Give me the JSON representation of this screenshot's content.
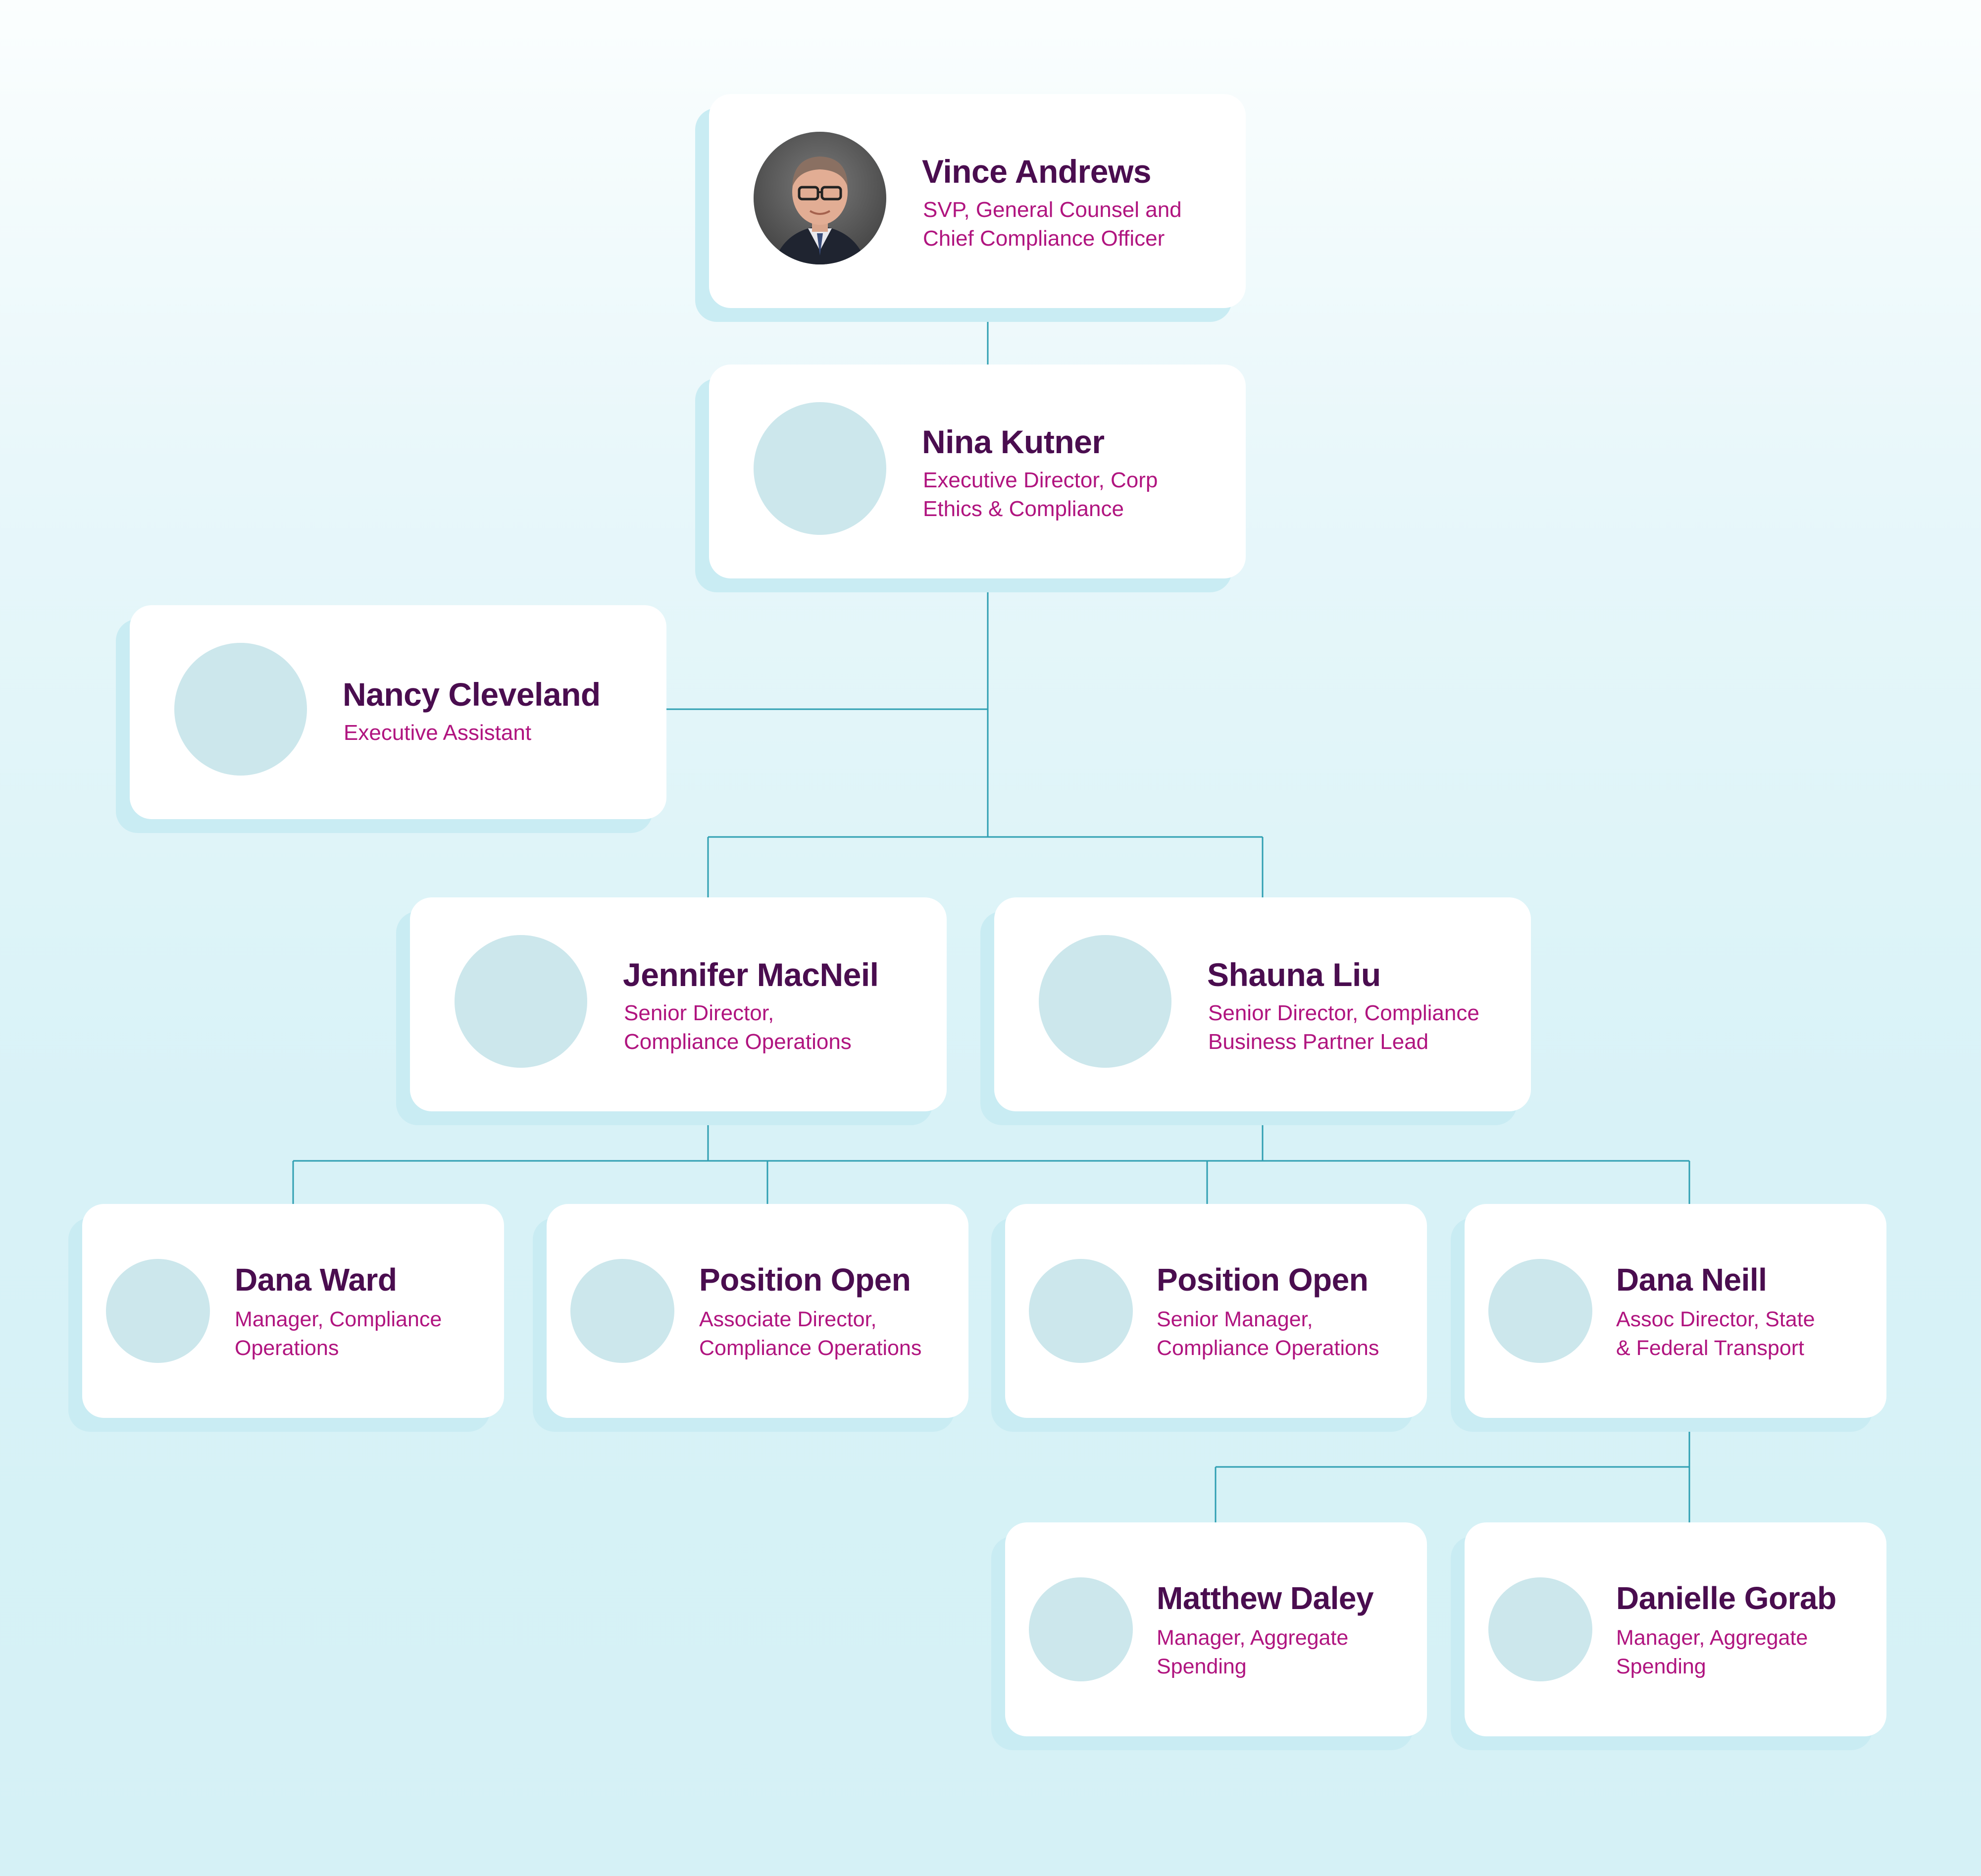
{
  "nodes": {
    "vince": {
      "name": "Vince Andrews",
      "title_line1": "SVP, General Counsel and",
      "title_line2": "Chief Compliance Officer"
    },
    "nina": {
      "name": "Nina Kutner",
      "title_line1": "Executive Director, Corp",
      "title_line2": "Ethics & Compliance"
    },
    "nancy": {
      "name": "Nancy Cleveland",
      "title_line1": "Executive Assistant"
    },
    "jennifer": {
      "name": "Jennifer MacNeil",
      "title_line1": "Senior Director,",
      "title_line2": "Compliance Operations"
    },
    "shauna": {
      "name": "Shauna Liu",
      "title_line1": "Senior Director, Compliance",
      "title_line2": "Business Partner Lead"
    },
    "dana_ward": {
      "name": "Dana Ward",
      "title_line1": "Manager, Compliance",
      "title_line2": "Operations"
    },
    "open_assoc": {
      "name": "Position Open",
      "title_line1": "Associate Director,",
      "title_line2": "Compliance Operations"
    },
    "open_senior": {
      "name": "Position Open",
      "title_line1": "Senior Manager,",
      "title_line2": "Compliance Operations"
    },
    "dana_neill": {
      "name": "Dana Neill",
      "title_line1": "Assoc Director, State",
      "title_line2": "& Federal Transport"
    },
    "matthew": {
      "name": "Matthew Daley",
      "title_line1": "Manager, Aggregate",
      "title_line2": "Spending"
    },
    "danielle": {
      "name": "Danielle Gorab",
      "title_line1": "Manager, Aggregate",
      "title_line2": "Spending"
    }
  },
  "colors": {
    "name": "#4a0d4f",
    "title": "#b0147f",
    "connector": "#2f9fb2",
    "avatar_placeholder": "#cce7ec"
  }
}
